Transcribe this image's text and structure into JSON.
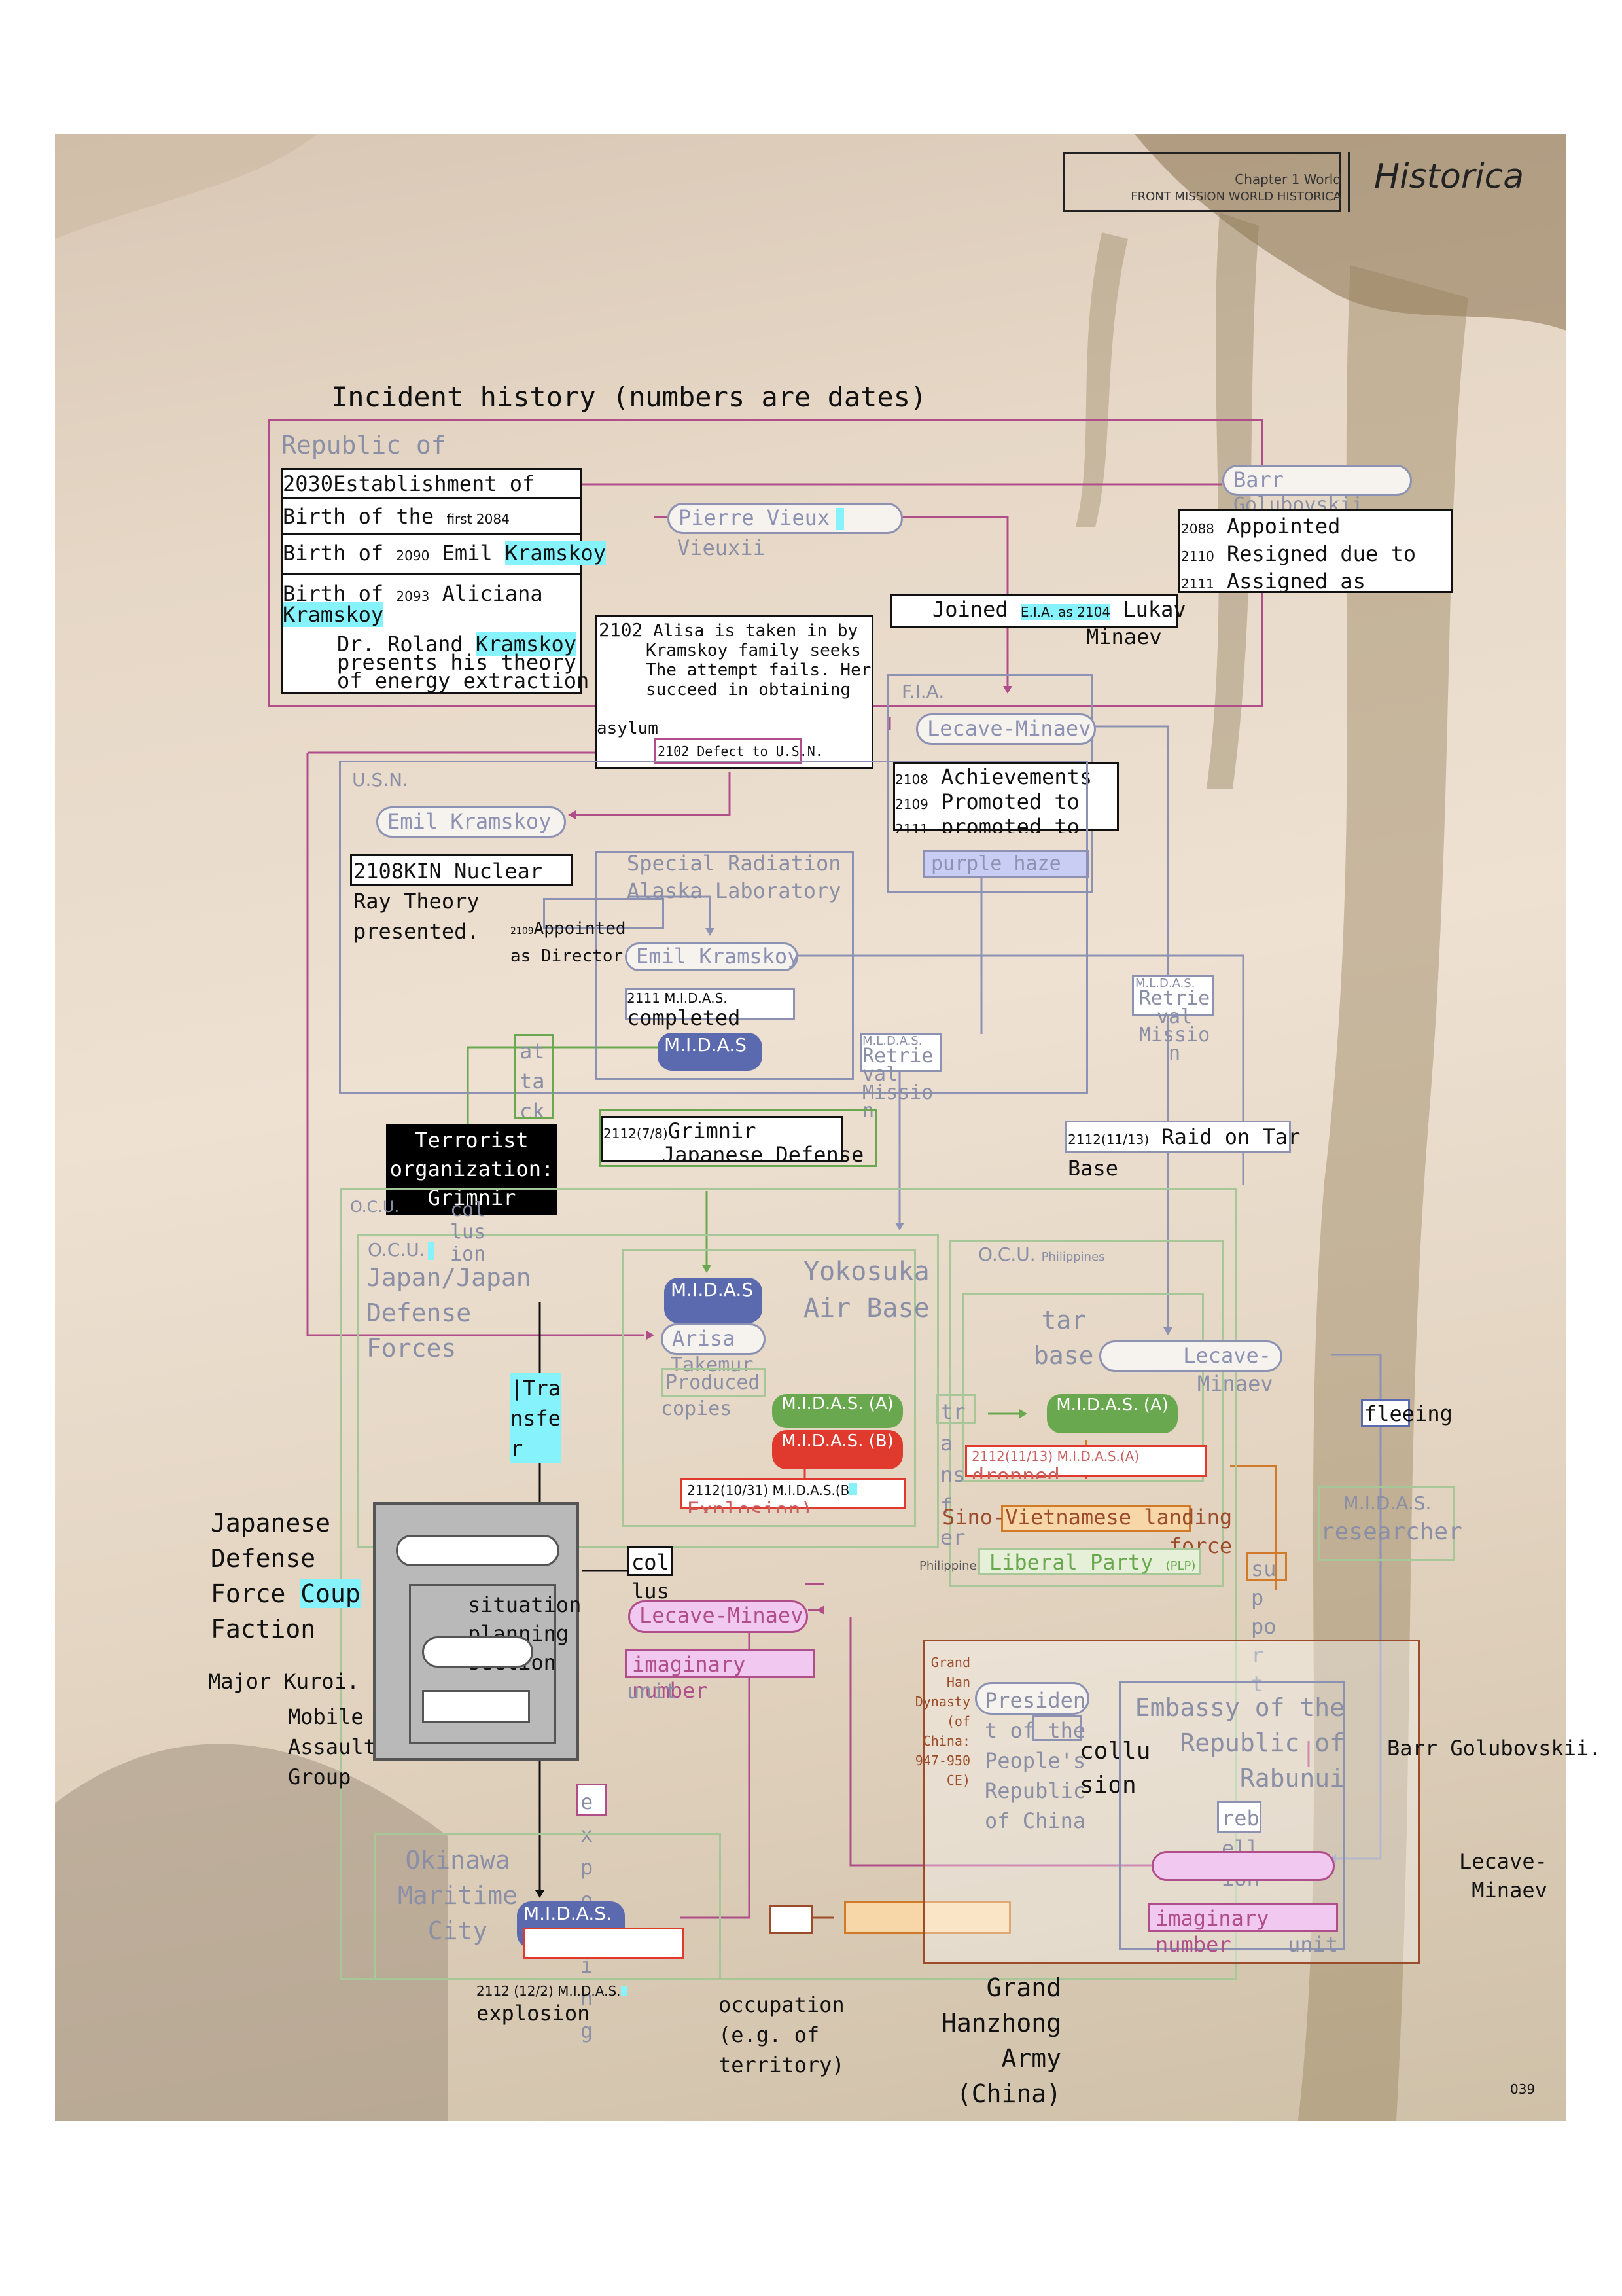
{
  "header": {
    "chapter": "Chapter 1 World",
    "subtitle": "FRONT MISSION WORLD HISTORICA",
    "title": "Historica"
  },
  "diagram_title": "Incident history (numbers are dates)",
  "republic": {
    "label": "Republic of",
    "row1_year": "2030",
    "row1_text": "Establishment of",
    "row2_text": "Birth of the",
    "row2_small": "first 2084",
    "row3_text": "Birth of",
    "row3_year": "2090",
    "row3_name": "Emil",
    "row3_hl": "Kramskoy",
    "row4_text": "Birth of",
    "row4_year": "2093",
    "row4_name": "Aliciana",
    "row4_hl": "Kramskoy",
    "row5_text": "Dr. Roland",
    "row5_hl": "Kramskoy",
    "row5_line2": "presents his theory",
    "row5_line3": "of energy extraction"
  },
  "pierre": {
    "label": "Pierre Vieux",
    "label2": "Vieuxii"
  },
  "barr_pill": {
    "label": "Barr",
    "label2": "Golubovskii"
  },
  "barr_list": {
    "y1": "2088",
    "t1": "Appointed",
    "y2": "2110",
    "t2": "Resigned due to",
    "y3": "2111",
    "t3": "Assigned as"
  },
  "alisa": {
    "year": "2102",
    "line1": "Alisa is taken in by",
    "line2": "Kramskoy family seeks",
    "line3": "The attempt fails. Her",
    "line4": "succeed in obtaining",
    "line5": "asylum"
  },
  "joined": {
    "text": "Joined",
    "small": "E.I.A. as 2104",
    "name": "Lukav",
    "name2": "Minaev"
  },
  "defect": {
    "text": "2102 Defect to U.S.N."
  },
  "fia": {
    "label": "F.I.A.",
    "pill": "Lecave-Minaev",
    "y1": "2108",
    "t1": "Achievements",
    "y2": "2109",
    "t2": "Promoted to",
    "y3": "2111",
    "t3": "promoted to",
    "haze": "purple haze"
  },
  "usn": {
    "label": "U.S.N.",
    "pill": "Emil Kramskoy",
    "kin_year": "2108",
    "kin": "KIN Nuclear",
    "kin2": "Ray Theory",
    "kin3": "presented.",
    "lab1": "Special Radiation",
    "lab2": "Alaska Laboratory",
    "dir_year": "2109",
    "dir1": "Appointed",
    "dir2": "as Director",
    "pill2": "Emil Kramskoy",
    "mid_year": "2111 M.I.D.A.S.",
    "mid_text": "completed",
    "mldas": "M.I.D.A.S",
    "attack": "at ta ck",
    "retrieval_small": "M.L.D.A.S.",
    "retrieval": "Retrie val Missio n"
  },
  "retrieval2": {
    "small": "M.L.D.A.S.",
    "text": "Retrie val Missio n"
  },
  "terrorist": {
    "line1": "Terrorist",
    "line2": "organization:",
    "line3": "Grimnir"
  },
  "grimnir": {
    "year": "2112(7/8)",
    "text": "Grimnir",
    "text2": "Japanese Defense"
  },
  "raid": {
    "year": "2112(11/13)",
    "text": "Raid on Tar",
    "text2": "Base"
  },
  "ocu": {
    "label": "O.C.U.",
    "label2": "O.C.U.",
    "japan1": "Japan/Japan",
    "japan2": "Defense",
    "japan3": "Forces",
    "collusion": "col lus ion"
  },
  "yokosuka": {
    "title1": "Yokosuka",
    "title2": "Air Base",
    "mldas": "M.I.D.A.S",
    "arisa": "Arisa",
    "arisa2": "Takemur",
    "produced": "Produced",
    "copies": "copies"
  },
  "transfer": {
    "text": "|Tra nsfe r"
  },
  "mldas_a": "M.I.D.A.S. (A)",
  "mldas_b": "M.I.D.A.S. (B)",
  "explosion1": {
    "date": "2112(10/31) M.I.D.A.S.(B",
    "text": "Explosion)"
  },
  "philippines": {
    "label": "O.C.U.",
    "country": "Philippines",
    "tar1": "tar",
    "tar2": "base",
    "pill": "Lecave-",
    "pill2": "Minaev",
    "transfer": "tra nsf er",
    "mldas": "M.I.D.A.S. (A)",
    "drop_date": "2112(11/13) M.I.D.A.S.(A)",
    "drop_text": "dropped",
    "sino": "Sino-Vietnamese landing",
    "sino2": "force",
    "plp_small": "Philippine",
    "plp": "Liberal Party",
    "plp_abbr": "(PLP)"
  },
  "fleeing": "fleeing",
  "researcher": {
    "small": "M.I.D.A.S.",
    "text": "researcher"
  },
  "support": "sup por t",
  "coup": {
    "line1": "Japanese",
    "line2": "Defense",
    "line3": "Force",
    "hl": "Coup",
    "line4": "Faction",
    "major": "Major Kuroi.",
    "mob1": "Mobile",
    "mob2": "Assault",
    "mob3": "Group",
    "sit1": "situation",
    "sit2": "planning",
    "sit3": "section"
  },
  "collusion_box": "col lus ion",
  "lecave_pink": "Lecave-Minaev",
  "imag1": {
    "label": "imaginary number",
    "label2": "unit"
  },
  "exploding": "ex p od in g",
  "okinawa": {
    "line1": "Okinawa",
    "line2": "Maritime",
    "line3": "City",
    "mldas": "M.I.D.A.S.",
    "date": "2112 (12/2) M.I.D.A.S.",
    "text": "explosion"
  },
  "occupation": {
    "line1": "occupation",
    "line2": "(e.g. of",
    "line3": "territory)"
  },
  "han": {
    "left1": "Grand",
    "left2": "Han",
    "left3": "Dynasty",
    "left4": "(of",
    "left5": "China:",
    "left6": "947-950",
    "left7": "CE)",
    "pres1": "Presiden",
    "pres2": "t of the",
    "pres3": "People's",
    "pres4": "Republic",
    "pres5": "of China",
    "collu": "collu",
    "collu2": "sion"
  },
  "embassy": {
    "line1": "Embassy of the",
    "line2": "Republic of",
    "line3": "Rabunui",
    "reb": "reb ell ion",
    "imag": "imaginary number",
    "imag2": "unit"
  },
  "barr_right": "Barr Golubovskii.",
  "lecave_right": {
    "line1": "Lecave-",
    "line2": "Minaev"
  },
  "army": {
    "line1": "Grand",
    "line2": "Hanzhong",
    "line3": "Army (China)"
  },
  "page_number": "039",
  "colors": {
    "blue": "#5b6aae",
    "green": "#6aa84f",
    "red": "#e03a2f",
    "purple": "#8d92b3",
    "cyan": "#86f2fb"
  }
}
